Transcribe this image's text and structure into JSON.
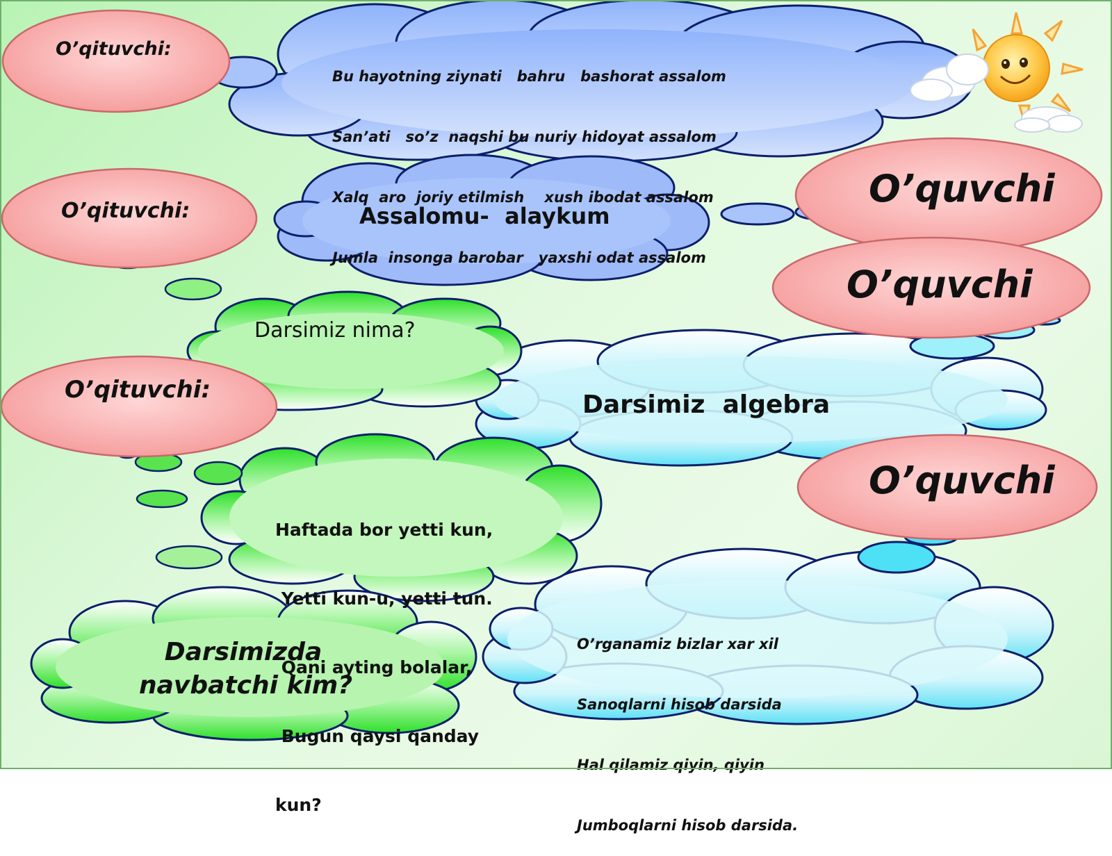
{
  "teacher_label": "O’qituvchi:",
  "student_label": "O’quvchi",
  "bubbles": {
    "greeting_poem": [
      "Bu hayotning ziynati   bahru   bashorat assalom",
      "San’ati   so’z  naqshi bu nuriy hidoyat assalom",
      "Xalq  aro  joriy etilmish    xush ibodat assalom",
      "Jumla  insonga barobar   yaxshi odat assalom"
    ],
    "student_reply": "Assalomu-  alaykum",
    "teacher_question": "Darsimiz nima?",
    "student_answer": "Darsimiz  algebra",
    "teacher_riddle": [
      "Haftada bor yetti kun,",
      " Yetti kun-u, yetti tun.",
      " Qani ayting bolalar,",
      " Bugun qaysi qanday",
      "kun?"
    ],
    "duty_question": "Darsimizda\nnavbatchi kim?",
    "student_poem": [
      "O’rganamiz bizlar xar xil",
      "Sanoqlarni hisob darsida",
      "Hal qilamiz qiyin, qiyin",
      "Jumboqlarni hisob darsida."
    ]
  },
  "decor": {
    "sun_icon": "smiling-sun-icon"
  },
  "colors": {
    "teacher_bubble": "#f9a3a3",
    "blue_cloud": "#a9c4fb",
    "cyan_cloud": "#7ce7f7",
    "green_cloud": "#3fe63a",
    "outline": "#0b1f6b"
  }
}
